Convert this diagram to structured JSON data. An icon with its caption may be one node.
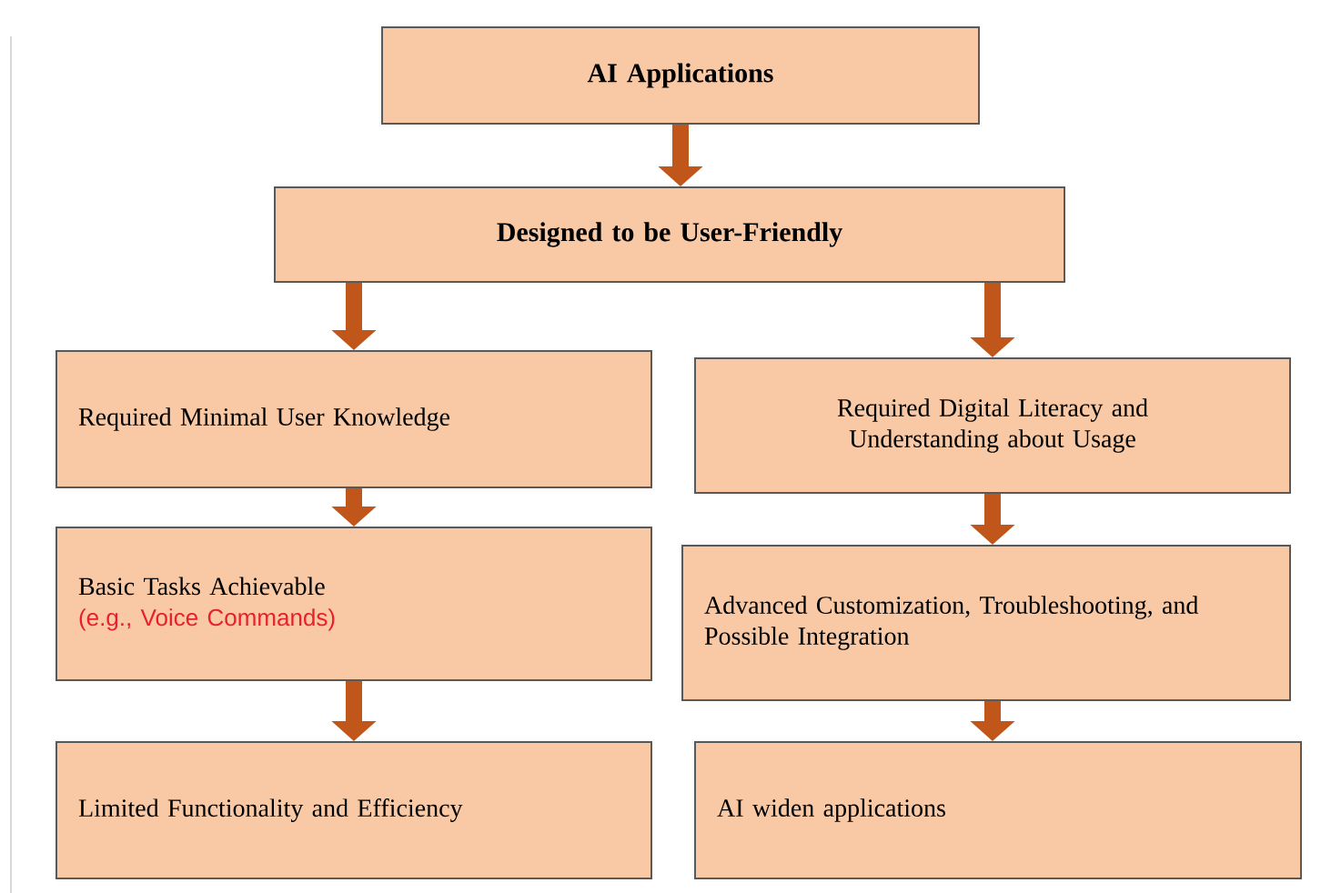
{
  "diagram": {
    "nodes": [
      {
        "text": [
          "AI Applications"
        ]
      },
      {
        "text": [
          "Designed to be User-Friendly"
        ]
      },
      {
        "text": [
          "Required Minimal User Knowledge"
        ]
      },
      {
        "text": [
          "Basic Tasks Achievable",
          "(e.g., Voice Commands)"
        ]
      },
      {
        "text": [
          "Limited Functionality and Efficiency"
        ]
      },
      {
        "text": [
          "Required Digital Literacy and Understanding about Usage"
        ]
      },
      {
        "text": [
          "Advanced Customization, Troubleshooting, and Possible Integration"
        ]
      },
      {
        "text": [
          "AI widen applications"
        ]
      }
    ],
    "edges": [
      {
        "from": 0,
        "to": 1,
        "arrow": "to"
      },
      {
        "from": 1,
        "to": 2,
        "arrow": "to"
      },
      {
        "from": 1,
        "to": 5,
        "arrow": "to"
      },
      {
        "from": 2,
        "to": 3,
        "arrow": "to"
      },
      {
        "from": 3,
        "to": 4,
        "arrow": "to"
      },
      {
        "from": 5,
        "to": 6,
        "arrow": "to"
      },
      {
        "from": 6,
        "to": 7,
        "arrow": "to"
      }
    ]
  }
}
